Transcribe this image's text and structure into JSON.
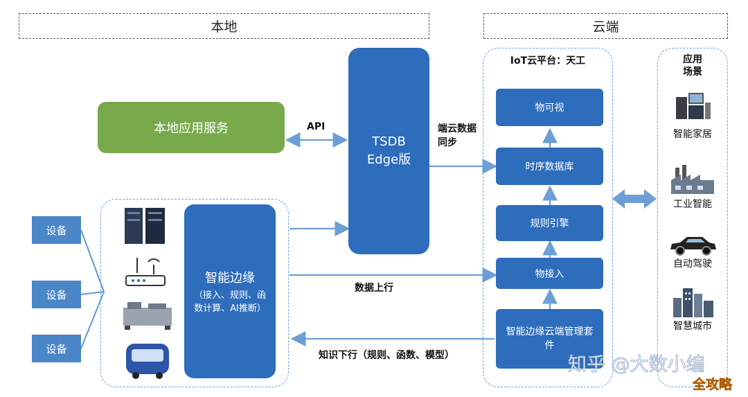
{
  "headers": {
    "local": "本地",
    "cloud": "云端"
  },
  "local_service": "本地应用服务",
  "api_label": "API",
  "tsdb": {
    "line1": "TSDB",
    "line2": "Edge版"
  },
  "sync_label": {
    "line1": "端云数据",
    "line2": "同步"
  },
  "devices": [
    "设备",
    "设备",
    "设备"
  ],
  "edge": {
    "title": "智能边缘",
    "desc": "（接入、规则、函数计算、AI推断）"
  },
  "uplink_label": "数据上行",
  "downlink_label": "知识下行（规则、函数、模型）",
  "iot_platform": {
    "title": "IoT云平台：天工",
    "modules": [
      "物可视",
      "时序数据库",
      "规则引擎",
      "物接入",
      "智能边缘云端管理套件"
    ]
  },
  "scenarios": {
    "title_line1": "应用",
    "title_line2": "场景",
    "items": [
      "智能家居",
      "工业智能",
      "自动驾驶",
      "智慧城市"
    ]
  },
  "watermark": "知乎 @大数小编",
  "corner_logo": "全攻略",
  "colors": {
    "blue": "#2d6dbb",
    "green": "#78a94a",
    "device": "#4a86c8",
    "arrow": "#6d9fd6"
  }
}
